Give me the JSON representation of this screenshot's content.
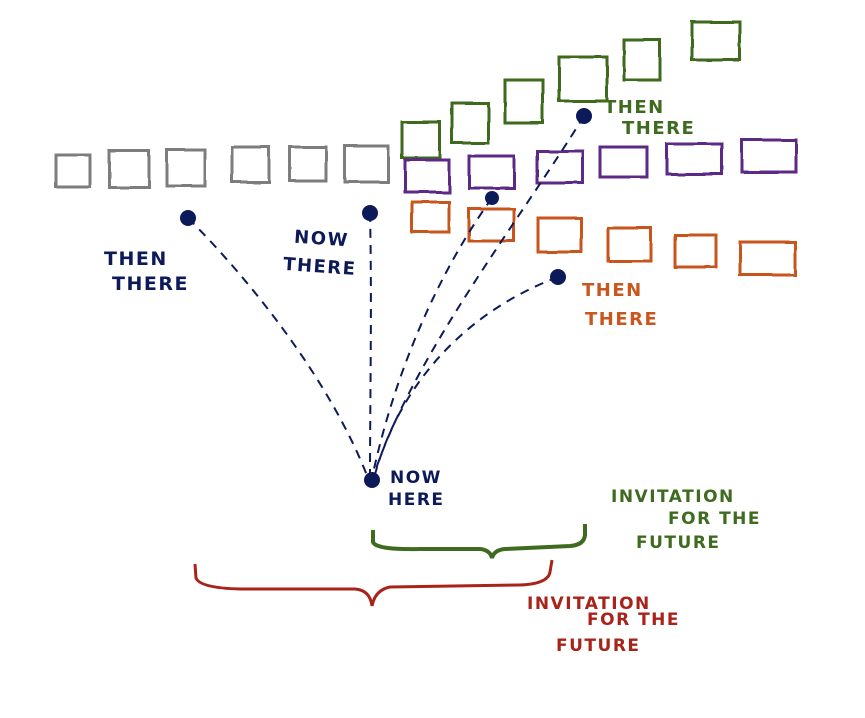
{
  "colors": {
    "gray": "#7d7d7d",
    "green": "#3e6b1f",
    "purple": "#5b2a86",
    "orange": "#c8561e",
    "navy": "#0d1a5a",
    "red": "#a8231a"
  },
  "labels": {
    "then_there_left": [
      "THEN",
      "THERE"
    ],
    "now_there": [
      "NOW",
      "THERE"
    ],
    "then_there_green": [
      "THEN",
      "THERE"
    ],
    "then_there_orange": [
      "THEN",
      "THERE"
    ],
    "now_here": [
      "NOW",
      "HERE"
    ],
    "invitation_green": [
      "INVITATION",
      "FOR THE",
      "FUTURE"
    ],
    "invitation_red": [
      "INVITATION",
      "FOR THE",
      "FUTURE"
    ]
  }
}
